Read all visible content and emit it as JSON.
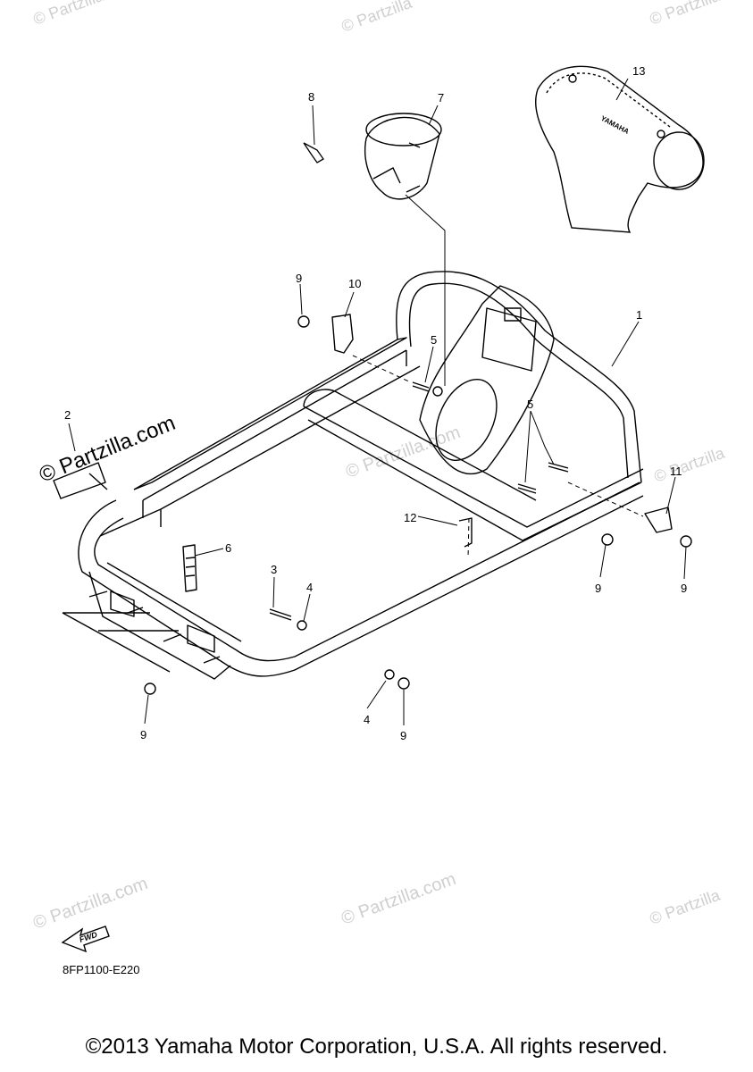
{
  "callouts": {
    "c1": "1",
    "c2": "2",
    "c3": "3",
    "c4a": "4",
    "c4b": "4",
    "c5a": "5",
    "c5b": "5",
    "c6": "6",
    "c7": "7",
    "c8": "8",
    "c9a": "9",
    "c9b": "9",
    "c9c": "9",
    "c9d": "9",
    "c9e": "9",
    "c10": "10",
    "c11": "11",
    "c12": "12",
    "c13": "13"
  },
  "watermark": "© Partzilla.com",
  "watermark_short": "© Partzilla",
  "fwd_label": "FWD",
  "pad_logo": "YAMAHA",
  "diagram_code": "8FP1100-E220",
  "copyright": "©2013 Yamaha Motor Corporation, U.S.A. All rights reserved."
}
